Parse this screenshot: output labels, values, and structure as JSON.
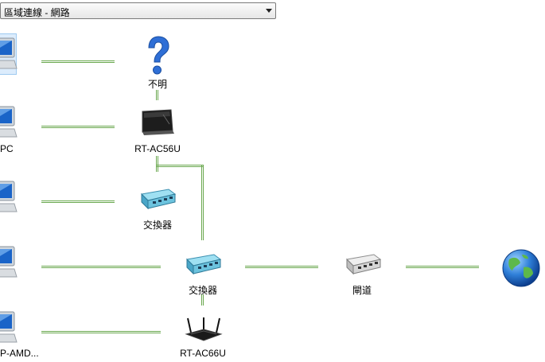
{
  "dropdown": {
    "value": "區域連線 - 網路"
  },
  "nodes": {
    "unknown": {
      "label": "不明"
    },
    "router_ac56u": {
      "label": "RT-AC56U"
    },
    "switch_upper": {
      "label": "交換器"
    },
    "switch_main": {
      "label": "交換器"
    },
    "gateway": {
      "label": "閘道"
    },
    "router_ac66u": {
      "label": "RT-AC66U"
    },
    "pc_row2": {
      "label": "PC"
    },
    "pc_row5": {
      "label": "P-AMD..."
    }
  },
  "icons": {
    "unknown": "question-icon",
    "pc": "computer-icon",
    "router_ac56u": "router-icon",
    "switch": "switch-icon",
    "gateway": "gateway-icon",
    "router_ac66u": "wireless-router-icon",
    "internet": "globe-icon"
  },
  "colors": {
    "link_line": "#6aa84f",
    "question_mark": "#2f6fd6"
  }
}
